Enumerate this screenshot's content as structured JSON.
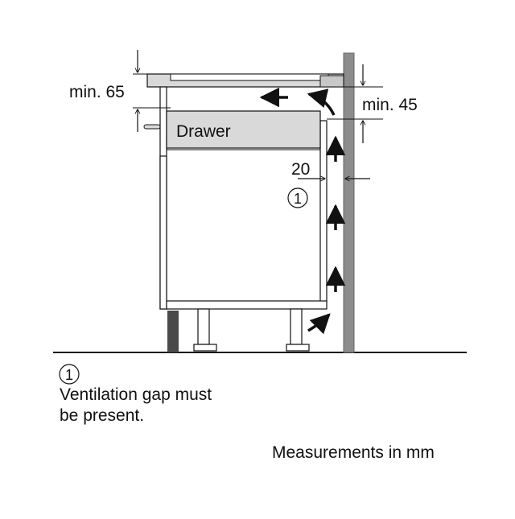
{
  "labels": {
    "hob_gap": "min. 65",
    "wall_gap": "min. 45",
    "drawer": "Drawer",
    "side_gap": "20",
    "marker": "1"
  },
  "legend": {
    "marker": "1",
    "text_line1": "Ventilation gap must",
    "text_line2": "be present."
  },
  "footer": {
    "units_note": "Measurements in mm"
  },
  "colors": {
    "line": "#111111",
    "panel_fill": "#d9d9d9",
    "wall_fill": "#8c8c8c",
    "floor": "#111111"
  }
}
